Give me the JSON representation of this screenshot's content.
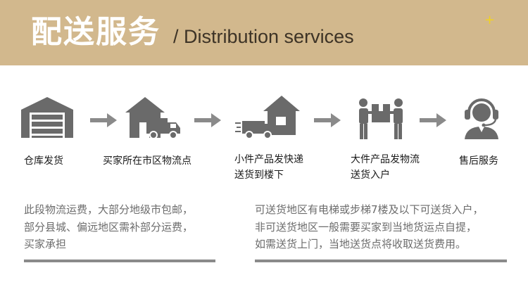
{
  "header": {
    "title": "配送服务",
    "subtitle": "/ Distribution services",
    "sparkle": "+",
    "background_color": "#d2b88d"
  },
  "steps": [
    {
      "label": "仓库发货",
      "icon": "warehouse-icon"
    },
    {
      "label": "买家所在市区物流点",
      "icon": "house-truck-icon"
    },
    {
      "label": "小件产品发快递\n送货到楼下",
      "icon": "express-delivery-icon"
    },
    {
      "label": "大件产品发物流\n送货入户",
      "icon": "movers-icon"
    },
    {
      "label": "售后服务",
      "icon": "customer-service-icon"
    }
  ],
  "notes": {
    "left": {
      "line1": "此段物流运费，大部分地级市包邮，",
      "line2": "部分县城、偏远地区需补部分运费，",
      "line3": "买家承担"
    },
    "right": {
      "line1": "可送货地区有电梯或步梯7楼及以下可送货入户，",
      "line2": "非可送货地区一般需要买家到当地货运点自提，",
      "line3": "如需送货上门，当地送货点将收取送货费用。"
    }
  }
}
